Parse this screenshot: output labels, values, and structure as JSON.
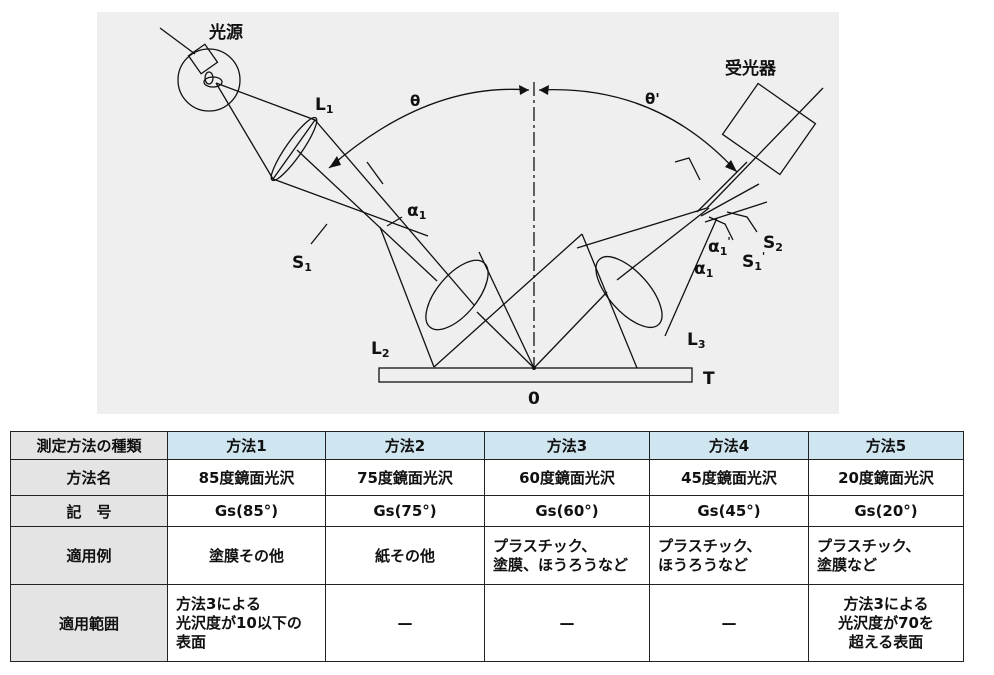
{
  "diagram": {
    "source_label": "光源",
    "receiver_label": "受光器",
    "theta": "θ",
    "theta_prime": "θ'",
    "lens1": {
      "letter": "L",
      "sub": "1"
    },
    "lens2": {
      "letter": "L",
      "sub": "2"
    },
    "lens3": {
      "letter": "L",
      "sub": "3"
    },
    "slit1": {
      "letter": "S",
      "sub": "1"
    },
    "slit2": {
      "letter": "S",
      "sub": "2"
    },
    "slit1p": {
      "letter": "S",
      "sub": "1",
      "prime": "'"
    },
    "alpha1_left": {
      "letter": "α",
      "sub": "1"
    },
    "alpha1_right": {
      "letter": "α",
      "sub": "1"
    },
    "alpha1p": {
      "letter": "α",
      "sub": "1",
      "prime": "'"
    },
    "sample_label": "T",
    "origin_label": "0"
  },
  "table": {
    "header": [
      "測定方法の種類",
      "方法1",
      "方法2",
      "方法3",
      "方法4",
      "方法5"
    ],
    "rows": [
      {
        "label": "方法名",
        "cells": [
          "85度鏡面光沢",
          "75度鏡面光沢",
          "60度鏡面光沢",
          "45度鏡面光沢",
          "20度鏡面光沢"
        ]
      },
      {
        "label": "記　号",
        "cells": [
          "Gs(85°)",
          "Gs(75°)",
          "Gs(60°)",
          "Gs(45°)",
          "Gs(20°)"
        ]
      },
      {
        "label": "適用例",
        "cells": [
          "塗膜その他",
          "紙その他",
          "プラスチック、\n塗膜、ほうろうなど",
          "プラスチック、\nほうろうなど",
          "プラスチック、\n塗膜など"
        ]
      },
      {
        "label": "適用範囲",
        "cells": [
          "方法3による\n光沢度が10以下の\n表面",
          "—",
          "—",
          "—",
          "方法3による\n光沢度が70を\n超える表面"
        ]
      }
    ]
  }
}
